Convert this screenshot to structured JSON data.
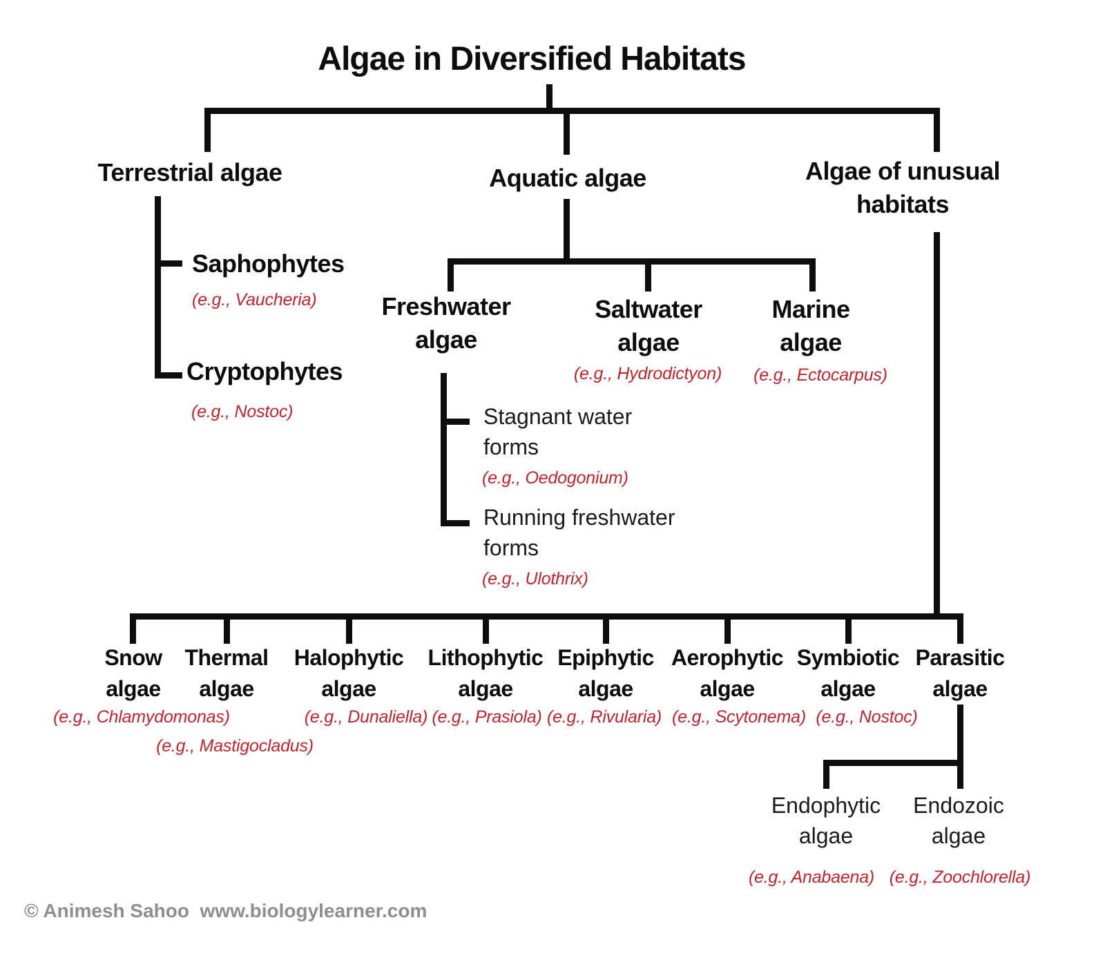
{
  "title": "Algae in Diversified Habitats",
  "colors": {
    "line": "#0d0d0d",
    "node_text": "#0d0d0d",
    "example_text": "#c5232b",
    "footer_text": "#8e8e8e",
    "background": "#ffffff"
  },
  "nodes": {
    "terrestrial": {
      "label": "Terrestrial algae"
    },
    "saphophytes": {
      "label": "Saphophytes",
      "example": "(e.g., Vaucheria)"
    },
    "cryptophytes": {
      "label": "Cryptophytes",
      "example": "(e.g., Nostoc)"
    },
    "aquatic": {
      "label": "Aquatic algae"
    },
    "freshwater": {
      "line1": "Freshwater",
      "line2": "algae"
    },
    "saltwater": {
      "line1": "Saltwater",
      "line2": "algae",
      "example": "(e.g., Hydrodictyon)"
    },
    "marine": {
      "line1": "Marine",
      "line2": "algae",
      "example": "(e.g., Ectocarpus)"
    },
    "stagnant": {
      "line1": "Stagnant water",
      "line2": "forms",
      "example": "(e.g., Oedogonium)"
    },
    "running": {
      "line1": "Running freshwater",
      "line2": "forms",
      "example": "(e.g., Ulothrix)"
    },
    "unusual": {
      "line1": "Algae of unusual",
      "line2": "habitats"
    },
    "snow": {
      "line1": "Snow",
      "line2": "algae",
      "example": "(e.g., Chlamydomonas)"
    },
    "thermal": {
      "line1": "Thermal",
      "line2": "algae",
      "example": "(e.g., Mastigocladus)"
    },
    "halophytic": {
      "line1": "Halophytic",
      "line2": "algae",
      "example": "(e.g., Dunaliella)"
    },
    "lithophytic": {
      "line1": "Lithophytic",
      "line2": "algae",
      "example": "(e.g., Prasiola)"
    },
    "epiphytic": {
      "line1": "Epiphytic",
      "line2": "algae",
      "example": "(e.g., Rivularia)"
    },
    "aerophytic": {
      "line1": "Aerophytic",
      "line2": "algae",
      "example": "(e.g., Scytonema)"
    },
    "symbiotic": {
      "line1": "Symbiotic",
      "line2": "algae",
      "example": "(e.g., Nostoc)"
    },
    "parasitic": {
      "line1": "Parasitic",
      "line2": "algae"
    },
    "endophytic": {
      "line1": "Endophytic",
      "line2": "algae",
      "example": "(e.g., Anabaena)"
    },
    "endozoic": {
      "line1": "Endozoic",
      "line2": "algae",
      "example": "(e.g., Zoochlorella)"
    }
  },
  "footer": {
    "credit": "© Animesh Sahoo  www.biologylearner.com"
  }
}
